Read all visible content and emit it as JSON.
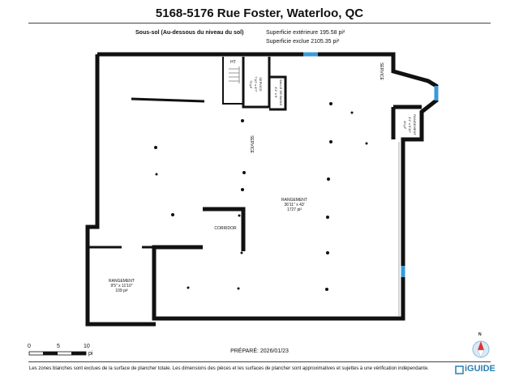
{
  "header": {
    "title": "5168-5176 Rue Foster, Waterloo, QC",
    "floor_name": "Sous-sol (Au-dessous du niveau du sol)",
    "exterior_area": "Superficie extérieure 195.58 pi²",
    "excluded_area": "Superficie exclue 2105.35 pi²"
  },
  "rooms": [
    {
      "name": "RANGEMENT",
      "dims": "36'11\" x 43'",
      "area": "1727 pi²"
    },
    {
      "name": "RANGEMENT",
      "dims": "9'5\" x 11'10\"",
      "area": "109 pi²"
    },
    {
      "name": "RANGEMENT",
      "dims": "4'1\" x 5'10\"",
      "area": "20 pi²"
    },
    {
      "name": "SERVICE",
      "dims": "7'10\" x 8'7\"",
      "area": "70 pi²"
    },
    {
      "name": "SALLE DE BAINS",
      "dims": "4'1\" x 5'"
    },
    {
      "name": "CORRIDOR"
    },
    {
      "name": "SERVICE"
    },
    {
      "name": "SERVICE"
    },
    {
      "name": "HT"
    }
  ],
  "scale": {
    "ticks": [
      "0",
      "5",
      "10"
    ],
    "unit": "pi"
  },
  "compass": {
    "north": "N"
  },
  "footer": {
    "prepared": "PRÉPARÉ: 2026/01/23",
    "disclaimer": "Les zones blanches sont exclues de la surface de plancher totale. Les dimensions des pièces et les surfaces de plancher sont approximatives et sujettes à une vérification indépendante.",
    "brand": "iGUIDE"
  },
  "colors": {
    "wall": "#111111",
    "window": "#3a9ad9",
    "brand": "#2a7fb4"
  }
}
